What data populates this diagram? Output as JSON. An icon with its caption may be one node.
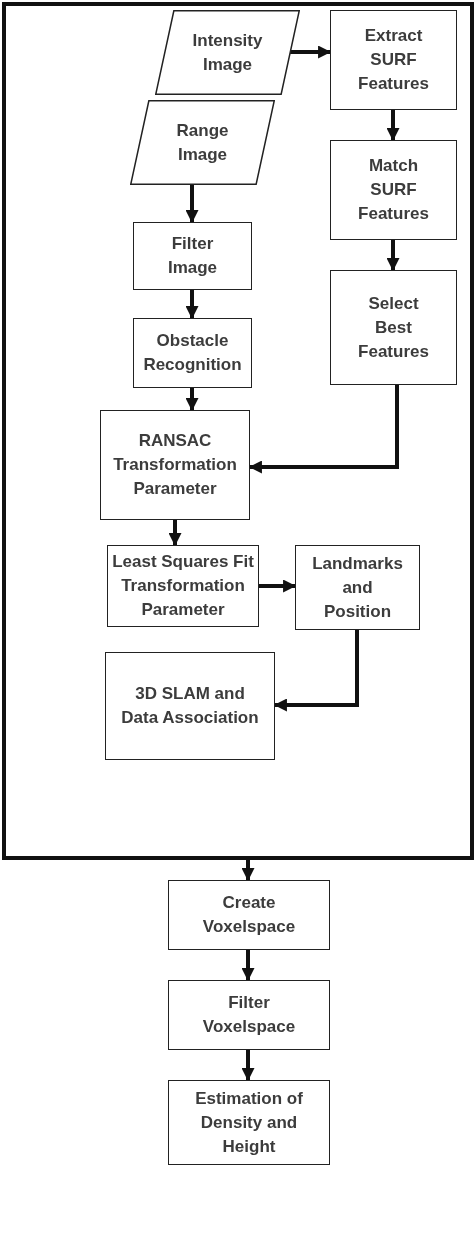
{
  "diagram": {
    "nodes": [
      {
        "text": [],
        "shape": "box"
      },
      {
        "text": [
          "Intensity Image"
        ],
        "in": 0
      },
      {
        "text": [
          "Extract SURF Features"
        ],
        "in": 0
      },
      {
        "text": [
          "Range Image"
        ],
        "in": 0
      },
      {
        "text": [
          "Match SURF Features"
        ],
        "in": 0
      },
      {
        "text": [
          "Filter Image"
        ],
        "in": 0
      },
      {
        "text": [
          "Select Best Features"
        ],
        "in": 0
      },
      {
        "text": [
          "Obstacle Recognition"
        ],
        "in": 0
      },
      {
        "text": [
          "RANSAC Transformation Parameter"
        ],
        "in": 0
      },
      {
        "text": [
          "Least Squares Fit Transformation Parameter"
        ],
        "in": 0
      },
      {
        "text": [
          "Landmarks and Position"
        ],
        "in": 0
      },
      {
        "text": [
          "3D SLAM and Data Association"
        ],
        "in": 0
      },
      {
        "text": [
          "Create Voxelspace"
        ]
      },
      {
        "text": [
          "Filter Voxelspace"
        ]
      },
      {
        "text": [
          "Estimation of Density and Height"
        ]
      }
    ],
    "edges": [
      {
        "from": 1,
        "to": 2,
        "arrow": "to"
      },
      {
        "from": 2,
        "to": 4,
        "arrow": "to"
      },
      {
        "from": 4,
        "to": 6,
        "arrow": "to"
      },
      {
        "from": 3,
        "to": 5,
        "arrow": "to"
      },
      {
        "from": 5,
        "to": 7,
        "arrow": "to"
      },
      {
        "from": 7,
        "to": 8,
        "arrow": "to"
      },
      {
        "from": 6,
        "to": 8,
        "arrow": "to"
      },
      {
        "from": 8,
        "to": 9,
        "arrow": "to"
      },
      {
        "from": 9,
        "to": 10,
        "arrow": "to"
      },
      {
        "from": 10,
        "to": 11,
        "arrow": "to"
      },
      {
        "from": 0,
        "to": 12,
        "arrow": "to"
      },
      {
        "from": 12,
        "to": 13,
        "arrow": "to"
      },
      {
        "from": 13,
        "to": 14,
        "arrow": "to"
      }
    ]
  }
}
